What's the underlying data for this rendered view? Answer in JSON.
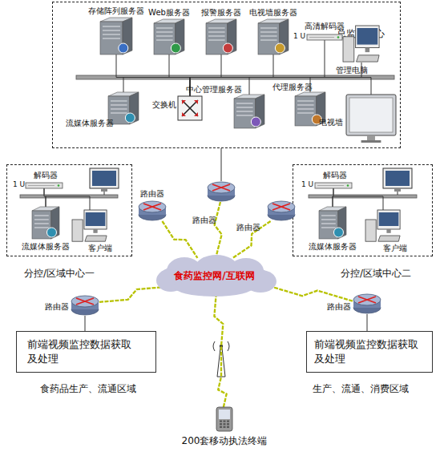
{
  "diagram": {
    "nodes": [
      {
        "text": [
          "总监控中心"
        ]
      },
      {
        "text": [
          "存储阵列服务器"
        ],
        "in": 0
      },
      {
        "text": [
          "Web服务器"
        ],
        "in": 0
      },
      {
        "text": [
          "报警服务器"
        ],
        "in": 0
      },
      {
        "text": [
          "电视墙服务器"
        ],
        "in": 0
      },
      {
        "text": [
          "高清解码器"
        ],
        "in": 0
      },
      {
        "text": [
          "管理电脑"
        ],
        "in": 0
      },
      {
        "text": [
          "流媒体服务器"
        ],
        "in": 0
      },
      {
        "text": [
          "交换机"
        ],
        "in": 0
      },
      {
        "text": [
          "中心管理服务器"
        ],
        "in": 0
      },
      {
        "text": [
          "代理服务器"
        ],
        "in": 0
      },
      {
        "text": [
          "电视墙"
        ],
        "in": 0
      },
      {
        "text": [
          "分控/区域中心一"
        ]
      },
      {
        "text": [
          "解码器"
        ],
        "in": 12
      },
      {
        "text": [
          "流媒体服务器"
        ],
        "in": 12
      },
      {
        "text": [
          "客户端"
        ],
        "in": 12
      },
      {
        "text": [
          "分控/区域中心二"
        ]
      },
      {
        "text": [
          "解码器"
        ],
        "in": 16
      },
      {
        "text": [
          "流媒体服务器"
        ],
        "in": 16
      },
      {
        "text": [
          "客户端"
        ],
        "in": 16
      },
      {
        "text": [
          "路由器"
        ]
      },
      {
        "text": [
          "路由器"
        ]
      },
      {
        "text": [
          "路由器"
        ]
      },
      {
        "text": [
          "食药监控网/互联网"
        ]
      },
      {
        "text": [
          "路由器"
        ]
      },
      {
        "text": [
          "路由器"
        ]
      },
      {
        "text": [
          "前端视频监控数据获取及处理",
          "食药品生产、流通区域"
        ]
      },
      {
        "text": [
          "前端视频监控数据获取及处理",
          "生产、流通、消费区域"
        ]
      },
      {
        "text": [
          "200套移动执法终端"
        ]
      }
    ],
    "edges": [
      {
        "from": 8,
        "to": 1,
        "arrow": "none"
      },
      {
        "from": 8,
        "to": 2,
        "arrow": "none"
      },
      {
        "from": 8,
        "to": 3,
        "arrow": "none"
      },
      {
        "from": 8,
        "to": 4,
        "arrow": "none"
      },
      {
        "from": 8,
        "to": 5,
        "arrow": "none"
      },
      {
        "from": 8,
        "to": 6,
        "arrow": "none"
      },
      {
        "from": 8,
        "to": 7,
        "arrow": "none"
      },
      {
        "from": 8,
        "to": 9,
        "arrow": "none"
      },
      {
        "from": 8,
        "to": 10,
        "arrow": "none"
      },
      {
        "from": 8,
        "to": 11,
        "arrow": "none"
      },
      {
        "from": 14,
        "to": 13,
        "arrow": "none"
      },
      {
        "from": 14,
        "to": 15,
        "arrow": "none"
      },
      {
        "from": 18,
        "to": 17,
        "arrow": "none"
      },
      {
        "from": 18,
        "to": 19,
        "arrow": "none"
      },
      {
        "from": 21,
        "to": 0,
        "arrow": "none"
      },
      {
        "from": 20,
        "to": 23,
        "arrow": "none"
      },
      {
        "from": 21,
        "to": 23,
        "arrow": "none"
      },
      {
        "from": 22,
        "to": 23,
        "arrow": "none"
      },
      {
        "from": 24,
        "to": 23,
        "arrow": "none"
      },
      {
        "from": 25,
        "to": 23,
        "arrow": "none"
      },
      {
        "from": 24,
        "to": 26,
        "arrow": "none"
      },
      {
        "from": 25,
        "to": 27,
        "arrow": "none"
      },
      {
        "from": 28,
        "to": 23,
        "arrow": "none"
      }
    ],
    "labels": [
      "1 U",
      "1 U",
      "1 U"
    ]
  }
}
